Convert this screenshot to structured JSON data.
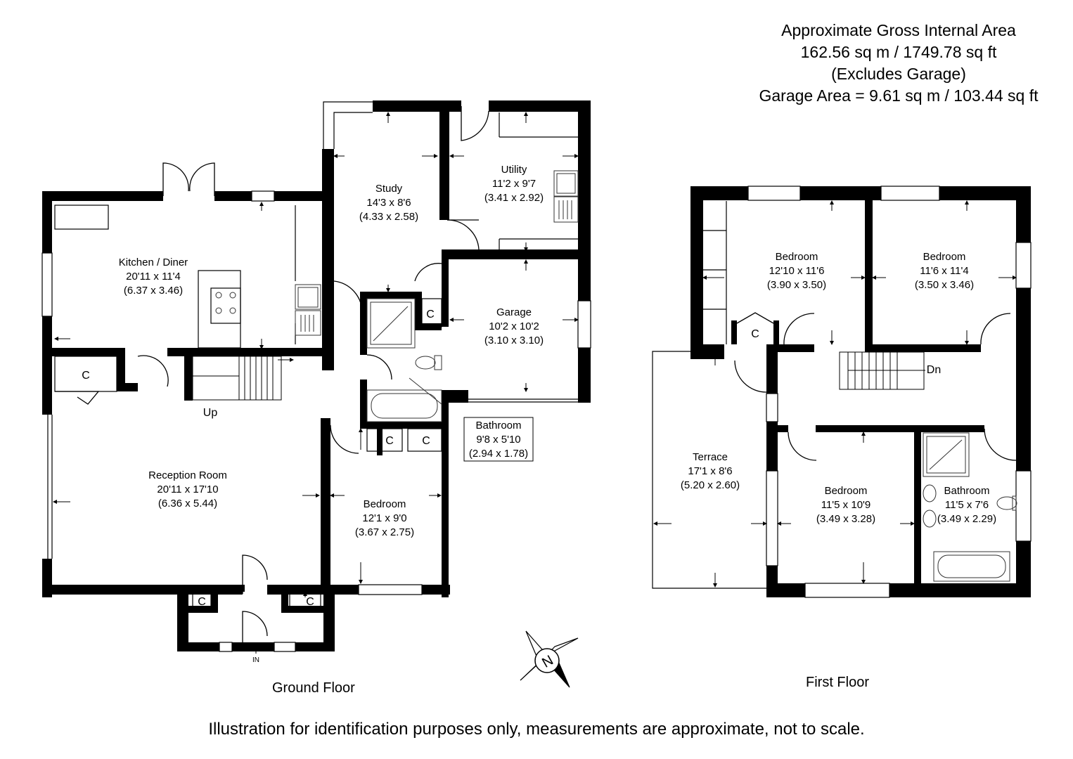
{
  "header": {
    "line1": "Approximate Gross Internal Area",
    "line2": "162.56 sq m / 1749.78 sq ft",
    "line3": "(Excludes Garage)",
    "line4": "Garage Area = 9.61 sq m / 103.44 sq ft"
  },
  "ground_floor": {
    "label": "Ground Floor",
    "rooms": {
      "kitchen": {
        "name": "Kitchen / Diner",
        "imperial": "20'11 x 11'4",
        "metric": "(6.37 x 3.46)"
      },
      "study": {
        "name": "Study",
        "imperial": "14'3 x 8'6",
        "metric": "(4.33 x 2.58)"
      },
      "utility": {
        "name": "Utility",
        "imperial": "11'2 x 9'7",
        "metric": "(3.41 x 2.92)"
      },
      "garage": {
        "name": "Garage",
        "imperial": "10'2 x 10'2",
        "metric": "(3.10 x 3.10)"
      },
      "bathroom": {
        "name": "Bathroom",
        "imperial": "9'8 x 5'10",
        "metric": "(2.94 x 1.78)"
      },
      "reception": {
        "name": "Reception Room",
        "imperial": "20'11 x 17'10",
        "metric": "(6.36 x 5.44)"
      },
      "bedroom": {
        "name": "Bedroom",
        "imperial": "12'1 x 9'0",
        "metric": "(3.67 x 2.75)"
      }
    },
    "cupboard": "C",
    "stairs": "Up",
    "entrance": "IN"
  },
  "first_floor": {
    "label": "First Floor",
    "rooms": {
      "bedroom1": {
        "name": "Bedroom",
        "imperial": "12'10 x 11'6",
        "metric": "(3.90 x 3.50)"
      },
      "bedroom2": {
        "name": "Bedroom",
        "imperial": "11'6 x 11'4",
        "metric": "(3.50 x 3.46)"
      },
      "terrace": {
        "name": "Terrace",
        "imperial": "17'1 x 8'6",
        "metric": "(5.20 x 2.60)"
      },
      "bedroom3": {
        "name": "Bedroom",
        "imperial": "11'5 x 10'9",
        "metric": "(3.49 x 3.28)"
      },
      "bathroom": {
        "name": "Bathroom",
        "imperial": "11'5 x 7'6",
        "metric": "(3.49 x 2.29)"
      }
    },
    "cupboard": "C",
    "stairs": "Dn"
  },
  "compass": "N",
  "disclaimer": "Illustration for identification purposes only, measurements are approximate, not to scale.",
  "colors": {
    "wall": "#000000",
    "fixture": "#333333",
    "background": "#ffffff"
  }
}
